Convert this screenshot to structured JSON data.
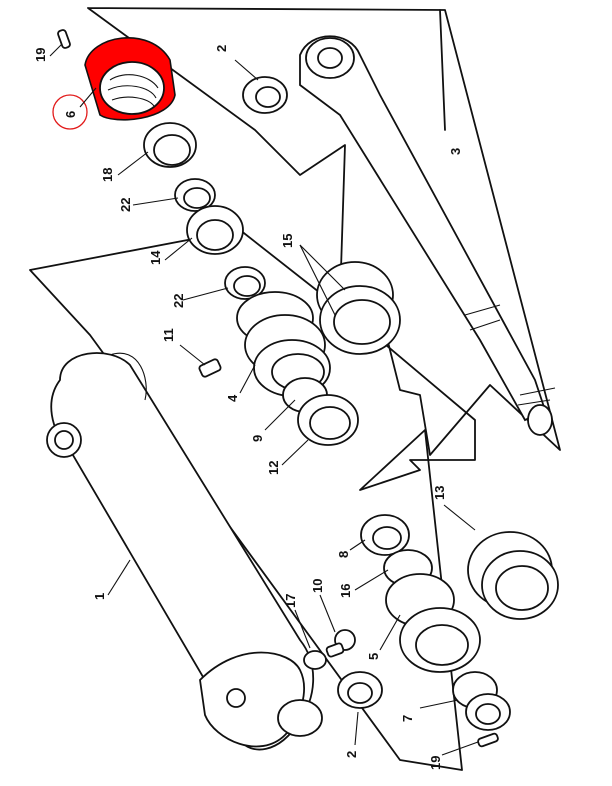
{
  "diagram": {
    "highlight_color": "#ff0000",
    "callout_color": "#e21a1a",
    "highlighted_part": "6",
    "labels": {
      "p1": "1",
      "p2a": "2",
      "p2b": "2",
      "p3": "3",
      "p4": "4",
      "p5": "5",
      "p6": "6",
      "p7": "7",
      "p8": "8",
      "p9": "9",
      "p10": "10",
      "p11": "11",
      "p12": "12",
      "p13": "13",
      "p14": "14",
      "p15": "15",
      "p16": "16",
      "p17": "17",
      "p18": "18",
      "p19a": "19",
      "p19b": "19",
      "p22a": "22",
      "p22b": "22"
    }
  }
}
